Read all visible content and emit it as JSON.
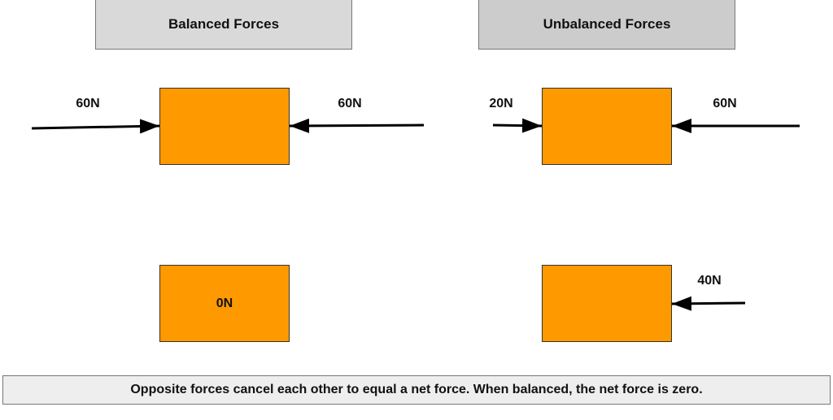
{
  "panels": {
    "balanced": {
      "title": "Balanced Forces",
      "left_force": "60N",
      "right_force": "60N",
      "net_force": "0N"
    },
    "unbalanced": {
      "title": "Unbalanced Forces",
      "left_force": "20N",
      "right_force": "60N",
      "net_force": "40N"
    }
  },
  "caption": "Opposite forces cancel each other to equal a net force. When balanced, the net force is zero.",
  "colors": {
    "box": "#ff9900",
    "balanced_header": "#d9d9d9",
    "unbalanced_header": "#cccccc",
    "caption_bg": "#eeeeee"
  }
}
